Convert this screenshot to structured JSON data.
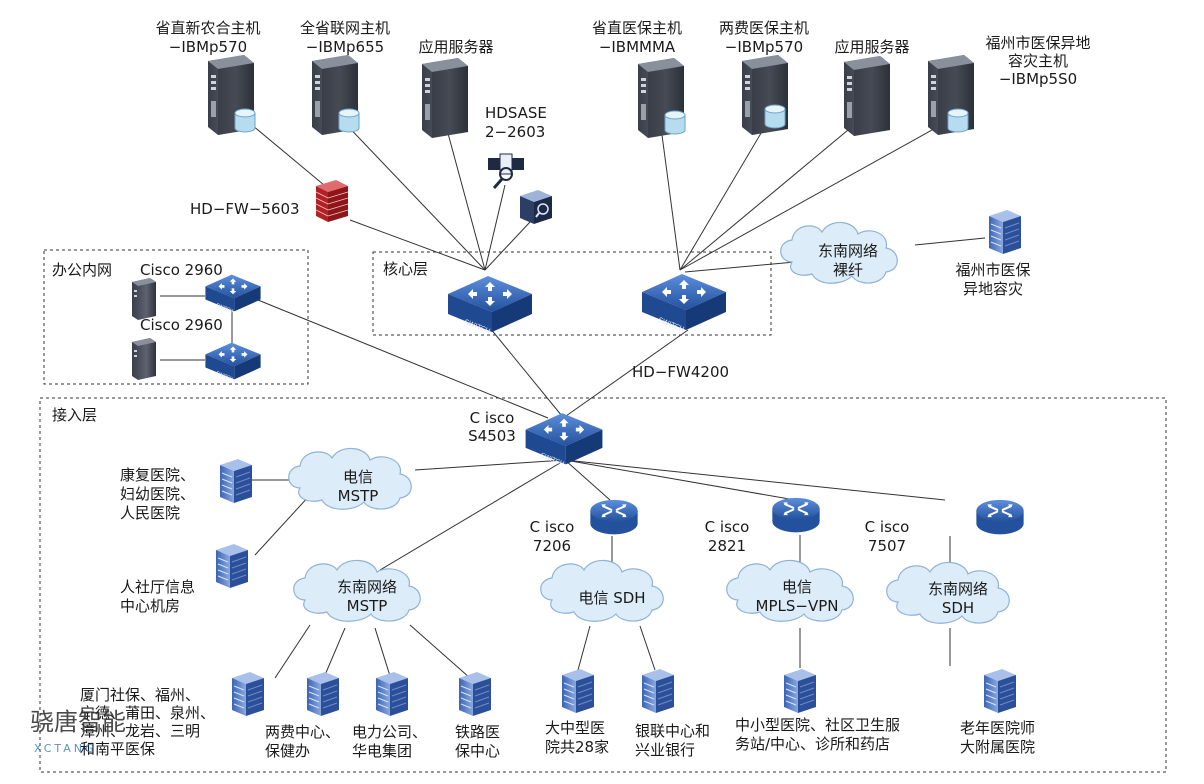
{
  "zones": {
    "office": "办公内网",
    "core": "核心层",
    "access": "接入层"
  },
  "servers": [
    {
      "l1": "省直新农合主机",
      "l2": "−IBMp570",
      "l3": ""
    },
    {
      "l1": "全省联网主机",
      "l2": "−IBMp655",
      "l3": ""
    },
    {
      "l1": "应用服务器",
      "l2": "",
      "l3": ""
    },
    {
      "l1": "省直医保主机",
      "l2": "−IBMMMA",
      "l3": ""
    },
    {
      "l1": "两费医保主机",
      "l2": "−IBMp570",
      "l3": ""
    },
    {
      "l1": "应用服务器",
      "l2": "",
      "l3": ""
    },
    {
      "l1": "福州市医保异地",
      "l2": "容灾主机",
      "l3": "−IBMp5S0"
    }
  ],
  "devices": {
    "hdsase": {
      "l1": "HDSASE",
      "l2": "2−2603"
    },
    "fw5603": "HD−FW−5603",
    "fw4200": "HD−FW4200",
    "cisco2960_a": "Cisco 2960",
    "cisco2960_b": "Cisco 2960",
    "s4503": {
      "l1": "C isco",
      "l2": "S4503"
    },
    "r7206": {
      "l1": "C isco",
      "l2": "7206"
    },
    "r2821": {
      "l1": "C isco",
      "l2": "2821"
    },
    "r7507": {
      "l1": "C isco",
      "l2": "7507"
    }
  },
  "clouds": {
    "se_fiber": {
      "l1": "东南网络",
      "l2": "裸纤"
    },
    "tel_mstp": {
      "l1": "电信",
      "l2": "MSTP"
    },
    "se_mstp": {
      "l1": "东南网络",
      "l2": "MSTP"
    },
    "tel_sdh": {
      "l1": "电信 SDH",
      "l2": ""
    },
    "tel_mpls": {
      "l1": "电信",
      "l2": "MPLS−VPN"
    },
    "se_sdh": {
      "l1": "东南网络",
      "l2": "SDH"
    }
  },
  "sites": {
    "fz_dr": {
      "l1": "福州市医保",
      "l2": "异地容灾"
    },
    "kangfu": {
      "l1": "康复医院、",
      "l2": "妇幼医院、",
      "l3": "人民医院"
    },
    "renshe": {
      "l1": "人社厅信息",
      "l2": "中心机房"
    },
    "xiamen": {
      "l1": "厦门社保、福州、",
      "l2": "宁德、莆田、泉州、",
      "l3": "漳州、龙岩、三明",
      "l4": "和南平医保"
    },
    "liangfei": {
      "l1": "两费中心、",
      "l2": "保健办"
    },
    "dianli": {
      "l1": "电力公司、",
      "l2": "华电集团"
    },
    "tielu": {
      "l1": "铁路医",
      "l2": "保中心"
    },
    "dazhong": {
      "l1": "大中型医",
      "l2": "院共28家"
    },
    "yinlian": {
      "l1": "银联中心和",
      "l2": "兴业银行"
    },
    "xiaoxing": {
      "l1": "中小型医院、社区卫生服",
      "l2": "务站/中心、诊所和药店"
    },
    "laonian": {
      "l1": "老年医院师",
      "l2": "大附属医院"
    }
  },
  "watermark": {
    "text": "骁唐智能",
    "sub": "XCTANG"
  },
  "colors": {
    "cloud": "#dcecf9",
    "cloud_stroke": "#8fb3d6",
    "switch": "#2a5caa",
    "firewall": "#c0282d",
    "server": "#4a4f5c"
  }
}
